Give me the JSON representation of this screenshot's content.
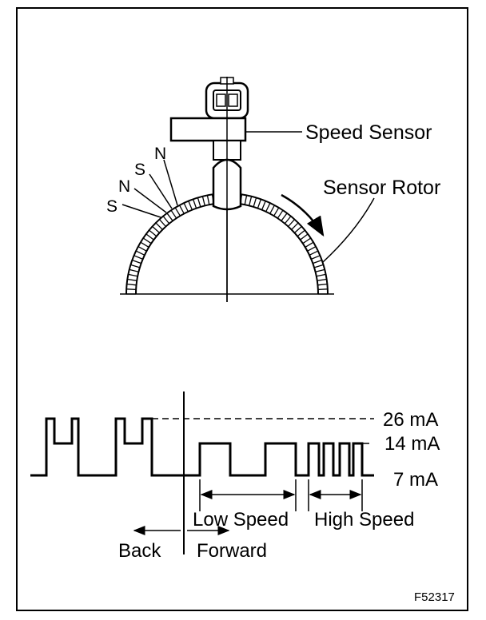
{
  "labels": {
    "speed_sensor": "Speed Sensor",
    "sensor_rotor": "Sensor Rotor",
    "poles": [
      "S",
      "N",
      "S",
      "N"
    ],
    "current_high": "26 mA",
    "current_mid": "14 mA",
    "current_low": "7 mA",
    "low_speed": "Low Speed",
    "high_speed": "High Speed",
    "back": "Back",
    "forward": "Forward",
    "figure_id": "F52317"
  }
}
